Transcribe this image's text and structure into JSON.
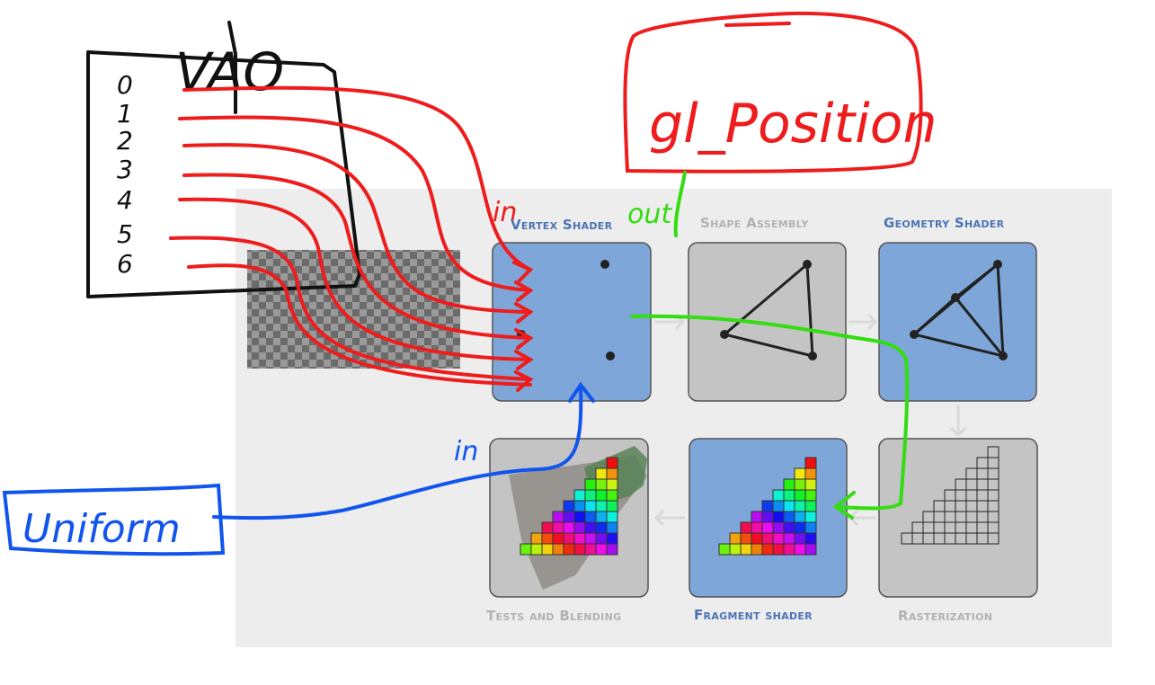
{
  "pipeline": {
    "stages": [
      {
        "id": "vertex",
        "label": "Vertex Shader",
        "active": true
      },
      {
        "id": "shape",
        "label": "Shape Assembly",
        "active": false
      },
      {
        "id": "geometry",
        "label": "Geometry Shader",
        "active": true
      },
      {
        "id": "tests",
        "label": "Tests and Blending",
        "active": false
      },
      {
        "id": "fragment",
        "label": "Fragment shader",
        "active": true
      },
      {
        "id": "raster",
        "label": "Rasterization",
        "active": false
      }
    ]
  },
  "annotations": {
    "vao_label": "VAO",
    "vao_slots": [
      "0",
      "1",
      "2",
      "3",
      "4",
      "5",
      "6"
    ],
    "in_top": "in",
    "out_label": "out",
    "gl_position": "gl_Position",
    "in_bottom": "in",
    "uniform_label": "Uniform"
  },
  "colors": {
    "active_box": "#7ea6d8",
    "inactive_box": "#c4c4c4",
    "label_blue": "#4a73b4",
    "label_gray": "#b2b2b2",
    "ink_red": "#ee1c1c",
    "ink_green": "#33dd11",
    "ink_blue": "#1155ee",
    "ink_black": "#111111"
  }
}
